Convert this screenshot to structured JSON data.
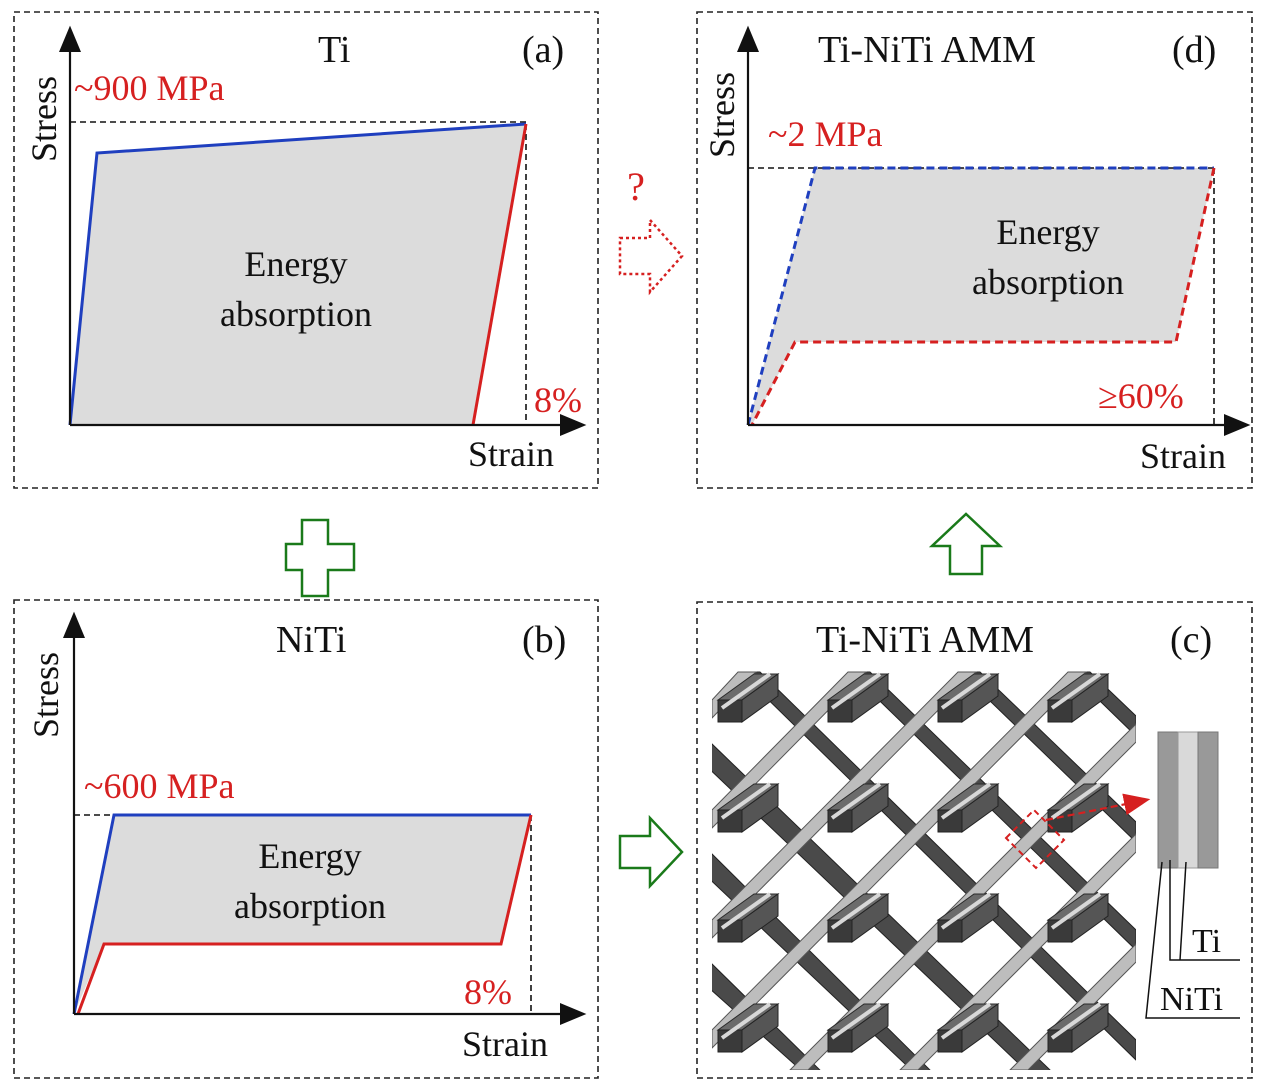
{
  "panels": {
    "a": {
      "title": "Ti",
      "tag": "(a)",
      "x_label": "Strain",
      "y_label": "Stress",
      "stress_value": "~900 MPa",
      "strain_value": "8%",
      "area_label_1": "Energy",
      "area_label_2": "absorption"
    },
    "b": {
      "title": "NiTi",
      "tag": "(b)",
      "x_label": "Strain",
      "y_label": "Stress",
      "stress_value": "~600 MPa",
      "strain_value": "8%",
      "area_label_1": "Energy",
      "area_label_2": "absorption"
    },
    "c": {
      "title": "Ti-NiTi AMM",
      "tag": "(c)",
      "layer_outer": "Ti",
      "layer_inner": "NiTi"
    },
    "d": {
      "title": "Ti-NiTi AMM",
      "tag": "(d)",
      "x_label": "Strain",
      "y_label": "Stress",
      "stress_value": "~2 MPa",
      "strain_value": "≥60%",
      "area_label_1": "Energy",
      "area_label_2": "absorption"
    }
  },
  "connectors": {
    "question_mark": "?",
    "plus_symbol": "plus-icon",
    "arrow_icon": "arrow-icon"
  },
  "colors": {
    "loading_curve": "#1f3fbf",
    "unloading_curve": "#d62020",
    "area_fill": "#dcdcdc",
    "connector": "#1a7a1a",
    "annotation": "#d62020"
  }
}
